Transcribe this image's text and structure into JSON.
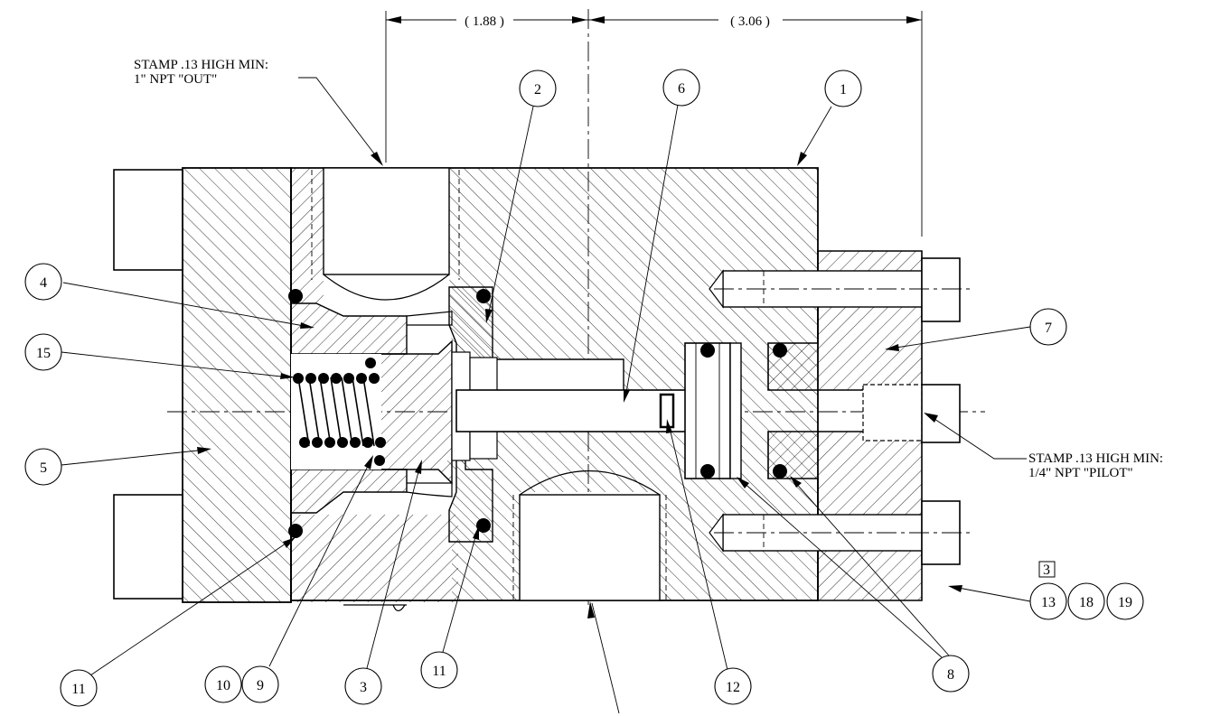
{
  "dimensions": {
    "left_value": "1.88",
    "right_value": "3.06"
  },
  "callouts": {
    "out_line1": "STAMP .13 HIGH MIN:",
    "out_line2": "1\" NPT \"OUT\"",
    "pilot_line1": "STAMP .13 HIGH MIN:",
    "pilot_line2": "1/4\" NPT \"PILOT\""
  },
  "box_note": "3",
  "balloons": {
    "b1": "1",
    "b2": "2",
    "b3": "3",
    "b4": "4",
    "b5": "5",
    "b6": "6",
    "b7": "7",
    "b8": "8",
    "b9": "9",
    "b10": "10",
    "b11a": "11",
    "b11b": "11",
    "b12": "12",
    "b13": "13",
    "b15": "15",
    "b18": "18",
    "b19": "19"
  }
}
